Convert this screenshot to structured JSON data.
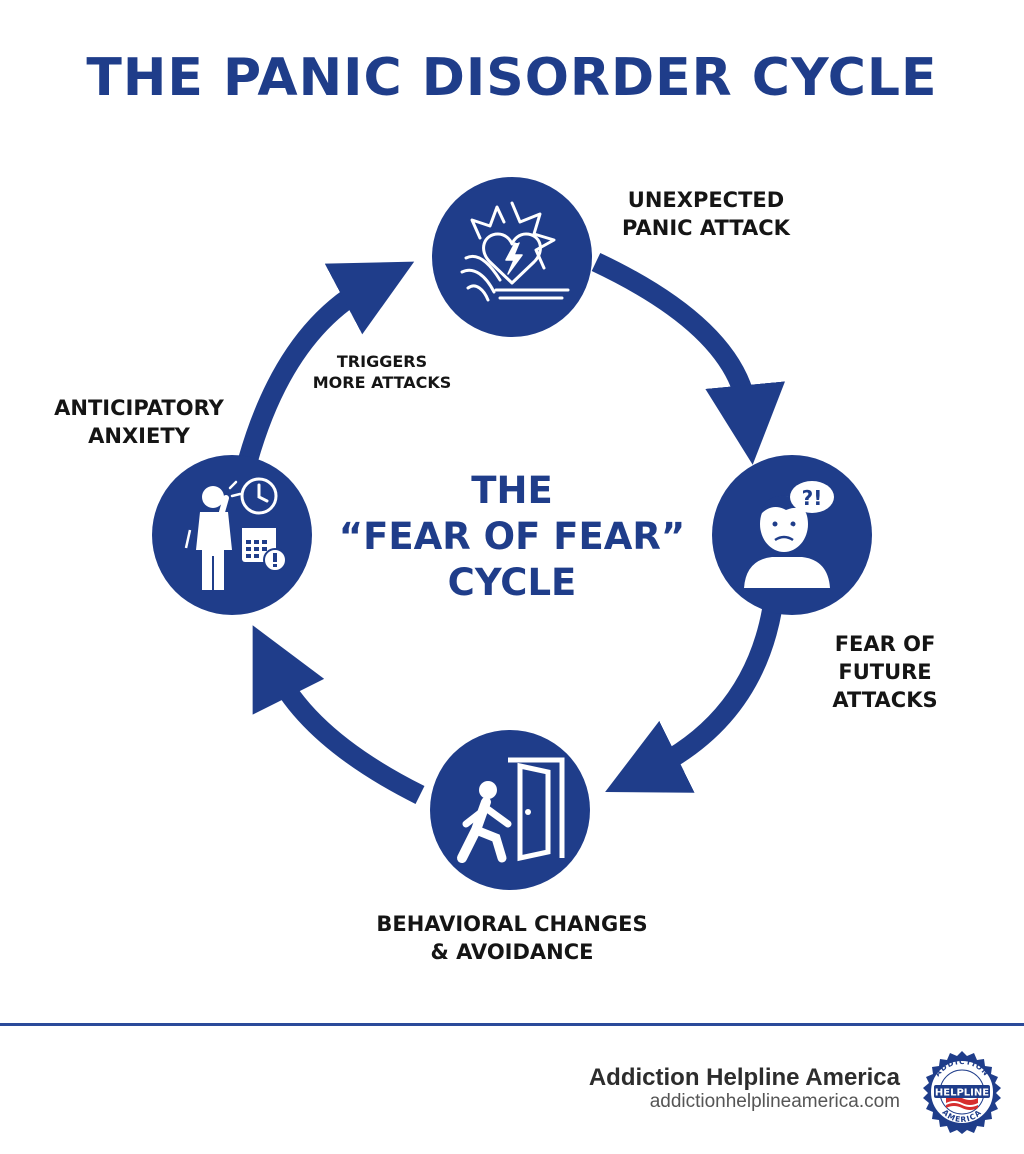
{
  "title": "THE PANIC DISORDER CYCLE",
  "center": {
    "line1": "THE",
    "line2": "“FEAR OF FEAR”",
    "line3": "CYCLE"
  },
  "nodes": {
    "top": {
      "line1": "UNEXPECTED",
      "line2": "PANIC ATTACK",
      "icon": "heart-lightning-icon"
    },
    "right": {
      "line1": "FEAR OF",
      "line2": "FUTURE",
      "line3": "ATTACKS",
      "icon": "worried-person-icon"
    },
    "bottom": {
      "line1": "BEHAVIORAL CHANGES",
      "line2": "& AVOIDANCE",
      "icon": "walking-exit-icon"
    },
    "left": {
      "line1": "ANTICIPATORY",
      "line2": "ANXIETY",
      "icon": "anxious-person-calendar-icon"
    }
  },
  "arrow_note": {
    "line1": "TRIGGERS",
    "line2": "MORE ATTACKS"
  },
  "footer": {
    "name": "Addiction Helpline America",
    "url": "addictionhelplineamerica.com",
    "seal_top": "ADDICTION",
    "seal_middle": "HELPLINE",
    "seal_bottom": "AMERICA"
  },
  "colors": {
    "primary": "#1f3d8a",
    "text": "#151515",
    "seal_red": "#d62e2e"
  }
}
